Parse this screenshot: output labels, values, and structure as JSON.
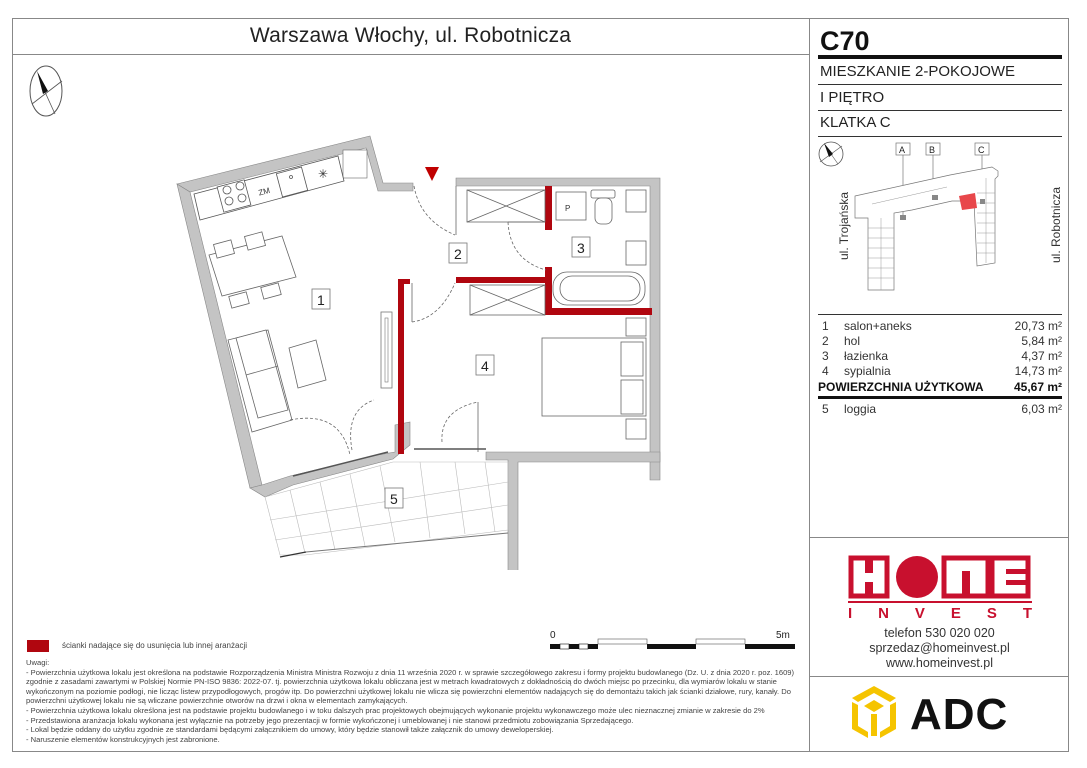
{
  "header": {
    "title": "Warszawa Włochy, ul. Robotnicza"
  },
  "apartment": {
    "code": "C70",
    "type": "MIESZKANIE 2-POKOJOWE",
    "floor": "I PIĘTRO",
    "staircase": "KLATKA C"
  },
  "site_plan": {
    "staircase_labels": [
      "A",
      "B",
      "C"
    ],
    "street_left": "ul. Trojańska",
    "street_right": "ul. Robotnicza",
    "highlight_color": "#e8474b"
  },
  "rooms": [
    {
      "num": "1",
      "name": "salon+aneks",
      "area": "20,73 m²"
    },
    {
      "num": "2",
      "name": "hol",
      "area": "5,84 m²"
    },
    {
      "num": "3",
      "name": "łazienka",
      "area": "4,37 m²"
    },
    {
      "num": "4",
      "name": "sypialnia",
      "area": "14,73 m²"
    }
  ],
  "total": {
    "label": "POWIERZCHNIA UŻYTKOWA",
    "area": "45,67 m²"
  },
  "extra_rooms": [
    {
      "num": "5",
      "name": "loggia",
      "area": "6,03 m²"
    }
  ],
  "floor_plan": {
    "room_labels": [
      "1",
      "2",
      "3",
      "4",
      "5"
    ],
    "appliance_labels": {
      "fridge": "ZM",
      "toilet_box": "P"
    },
    "wall_color": "#c4c4c4",
    "removable_wall_color": "#b0060f",
    "entrance_marker_color": "#c00000"
  },
  "legend": {
    "removable_walls": "ścianki nadające się do usunięcia lub innej aranżacji"
  },
  "scale": {
    "start": "0",
    "end": "5m"
  },
  "notes": {
    "heading": "Uwagi:",
    "items": [
      "- Powierzchnia użytkowa lokalu jest określona na podstawie Rozporządzenia Ministra Ministra Rozwoju z dnia 11 września 2020 r. w sprawie szczegółowego zakresu i formy projektu budowlanego (Dz. U. z dnia 2020 r. poz. 1609) zgodnie z zasadami zawartymi w Polskiej Normie PN-ISO 9836: 2022-07. tj. powierzchnia użytkowa lokalu obliczana jest w metrach kwadratowych z dokładnością do dwóch miejsc po przecinku, dla wymiarów lokalu w stanie wykończonym na poziomie podłogi, nie licząc listew przypodłogowych, progów itp. Do powierzchni użytkowej lokalu nie wlicza się powierzchni elementów nadających się do demontażu takich jak ścianki działowe, rury, kanały. Do powierzchni użytkowej lokalu nie są wliczane powierzchnie otworów na drzwi i okna w elementach zamykających.",
      "- Powierzchnia użytkowa lokalu określona jest na podstawie projektu budowlanego i w toku dalszych prac projektowych obejmujących wykonanie projektu wykonawczego może ulec nieznacznej zmianie w zakresie do 2%",
      "- Przedstawiona aranżacja lokalu wykonana jest wyłącznie na potrzeby jego prezentacji w formie wykończonej i umeblowanej i nie stanowi przedmiotu zobowiązania Sprzedającego.",
      "- Lokal będzie oddany do użytku zgodnie ze standardami będącymi załącznikiem do umowy, który będzie stanowił także załącznik do umowy deweloperskiej.",
      "- Naruszenie elementów konstrukcyjnych jest zabronione."
    ]
  },
  "branding": {
    "home_logo_top": "HOME",
    "home_logo_bottom": "I N V E S T",
    "home_color": "#c8102e",
    "phone": "telefon 530 020 020",
    "email": "sprzedaz@homeinvest.pl",
    "website": "www.homeinvest.pl",
    "adc_logo": "ADC",
    "adc_color": "#f5c400"
  }
}
